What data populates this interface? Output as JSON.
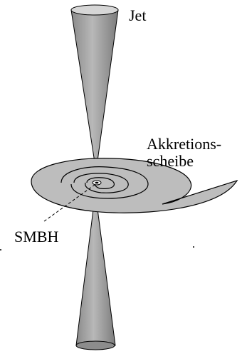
{
  "labels": {
    "jet": "Jet",
    "disk_line1": "Akkretions-",
    "disk_line2": "scheibe",
    "black_hole": "SMBH"
  },
  "colors": {
    "jet_fill": "#9a9a9a",
    "jet_inner": "#cfcfcf",
    "disk_fill": "#bdbdbd",
    "outline": "#000000",
    "background": "#ffffff"
  },
  "icons": [
    "upper-jet-cone",
    "lower-jet-cone",
    "accretion-disk-spiral",
    "black-hole-center"
  ]
}
